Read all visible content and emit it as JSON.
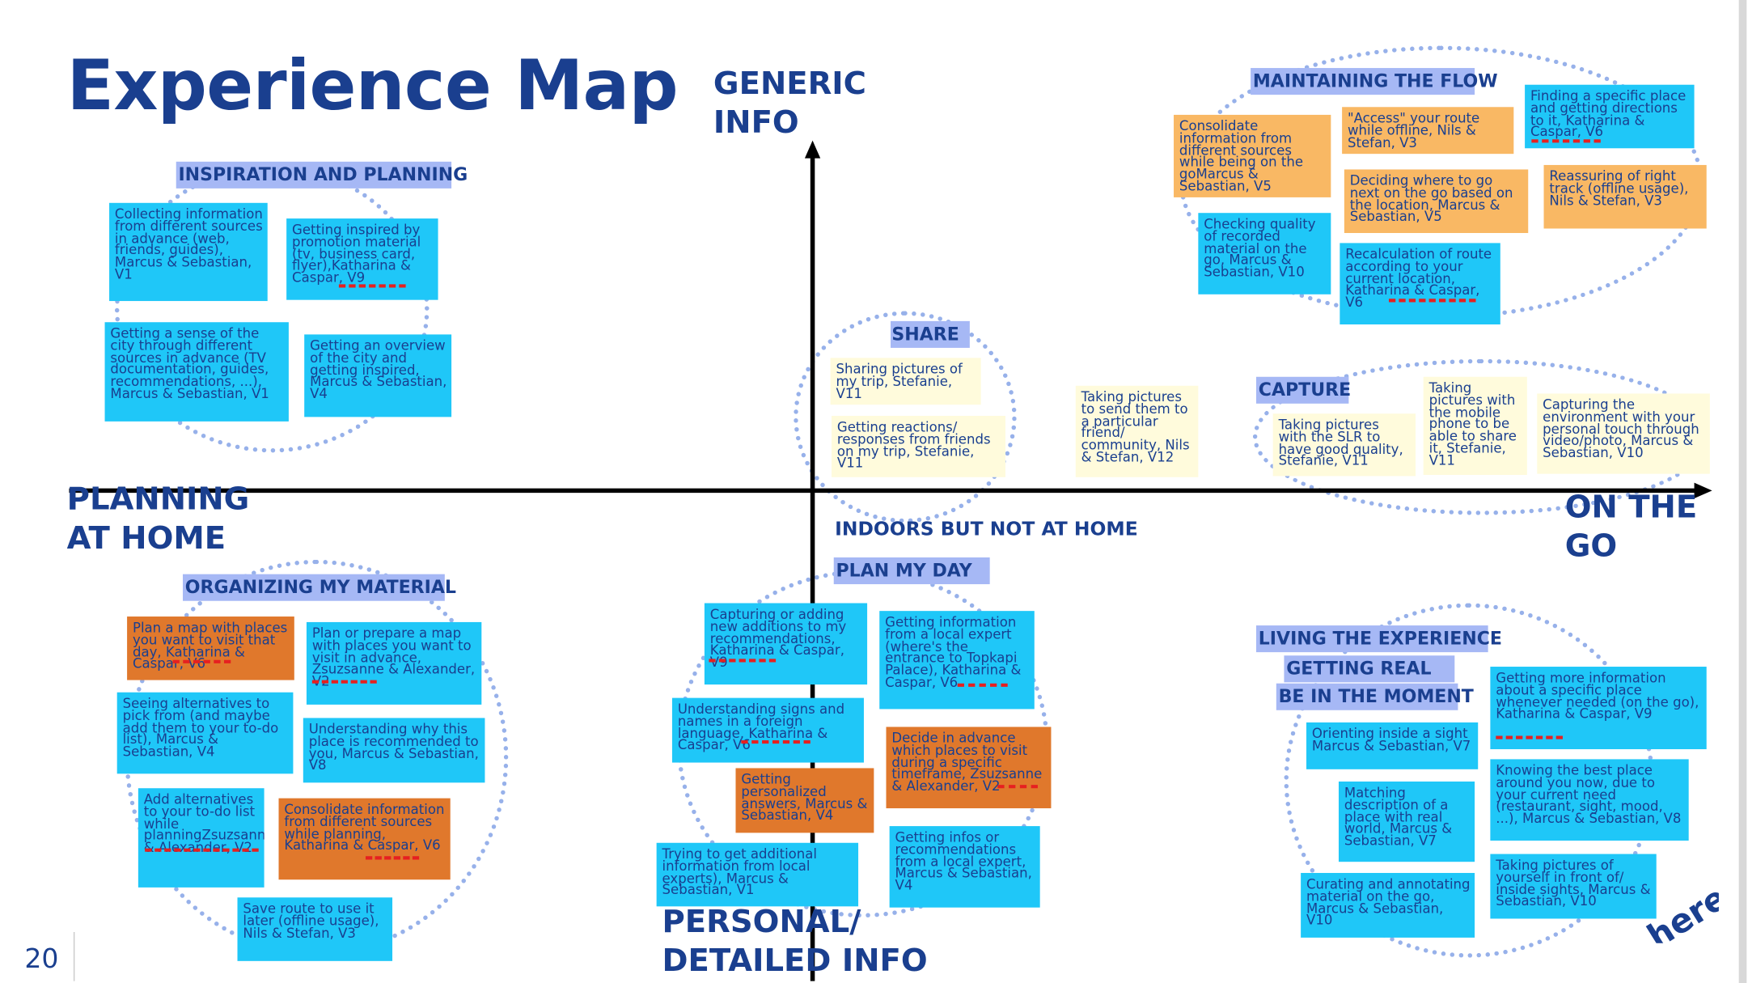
{
  "title": "Experience Map",
  "slide_number": "20",
  "logo_text": "here",
  "axes": {
    "top": "GENERIC INFO",
    "bottom": "PERSONAL/ DETAILED INFO",
    "left": "PLANNING AT HOME",
    "right": "ON THE GO",
    "center": "INDOORS BUT NOT AT HOME"
  },
  "colors": {
    "accent": "#1a3f8f",
    "card_blue": "#1fc7f8",
    "card_orange": "#f9b864",
    "card_rust": "#e0782c",
    "card_cream": "#fffbdc",
    "category_bg": "#a6b8f5",
    "cluster_border": "#97b1ea"
  },
  "categories": {
    "inspiration": "INSPIRATION AND PLANNING",
    "organizing": "ORGANIZING MY MATERIAL",
    "share": "SHARE",
    "plan_day": "PLAN MY DAY",
    "maintaining": "MAINTAINING THE FLOW",
    "capture": "CAPTURE",
    "living": "LIVING THE EXPERIENCE",
    "getting_real": "GETTING REAL",
    "moment": "BE IN THE MOMENT"
  },
  "cards": {
    "insp_collecting": "Collecting information from different sources in advance (web, friends, guides), Marcus & Sebastian, V1",
    "insp_promotion": "Getting inspired by promotion material (tv, business card, flyer),Katharina & Caspar, V9",
    "insp_sense": "Getting a sense of the city through different sources in advance (TV documentation, guides, recommendations, ...), Marcus & Sebastian, V1",
    "insp_overview": "Getting an overview of the city and getting inspired, Marcus & Sebastian, V4",
    "org_map": "Plan a map with places you want to visit that day, Katharina & Caspar, V6",
    "org_prepare": "Plan or prepare a map with places you want to visit in advance, Zsuzsanne & Alexander, V2",
    "org_alternatives": "Seeing alternatives to pick from (and maybe add them to your to-do list), Marcus & Sebastian, V4",
    "org_understanding": "Understanding why this place is recommended to you, Marcus & Sebastian, V8",
    "org_add": "Add alternatives to your to-do list while planningZsuzsanne & Alexander, V2",
    "org_consolidate": "Consolidate information from different sources while planning, Katharina & Caspar, V6",
    "org_save": "Save route to use it later (offline usage), Nils & Stefan, V3",
    "share_pictures": "Sharing pictures of my trip, Stefanie, V11",
    "share_reactions": "Getting reactions/ responses from friends on my trip, Stefanie, V11",
    "taking_send": "Taking pictures to send them to a particular friend/ community, Nils & Stefan, V12",
    "plan_capturing": "Capturing or adding new additions to my recommendations, Katharina & Caspar, V9",
    "plan_local_expert": "Getting information from a local expert (where's the entrance to Topkapi Palace), Katharina & Caspar, V6",
    "plan_signs": "Understanding signs and names in a foreign language, Katharina & Caspar, V6",
    "plan_decide": "Decide in advance which places to visit during a specific timeframe, Zsuzsanne & Alexander, V2",
    "plan_personalized": "Getting personalized answers, Marcus & Sebastian, V4",
    "plan_additional": "Trying to get additional information from local experts), Marcus & Sebastian, V1",
    "plan_infos": "Getting infos or recommendations from a local expert, Marcus & Sebastian, V4",
    "flow_consolidate": "Consolidate information from different sources while being on the goMarcus & Sebastian, V5",
    "flow_access": "\"Access\" your route while offline, Nils & Stefan, V3",
    "flow_finding": "Finding a specific place and getting directions to it, Katharina & Caspar, V6",
    "flow_deciding": "Deciding where to go next on the go based on the location, Marcus & Sebastian, V5",
    "flow_reassuring": "Reassuring of right track (offline usage), Nils & Stefan, V3",
    "flow_checking": "Checking quality of recorded material on the go, Marcus & Sebastian, V10",
    "flow_recalc": "Recalculation of route according to your current location, Katharina & Caspar, V6",
    "cap_slr": "Taking pictures with the SLR to have good quality, Stefanie, V11",
    "cap_mobile": "Taking pictures with the mobile phone to be able to share it, Stefanie, V11",
    "cap_environment": "Capturing the environment with your personal touch through video/photo, Marcus & Sebastian, V10",
    "live_more": "Getting more information about a specific place whenever needed (on the go), Katharina & Caspar, V9",
    "live_orienting": "Orienting inside a sight Marcus & Sebastian, V7",
    "live_matching": "Matching description of a place with real world, Marcus & Sebastian, V7",
    "live_knowing": "Knowing the best place around you now, due to your current need (restaurant, sight, mood, ...), Marcus & Sebastian, V8",
    "live_curating": "Curating and annotating material on the go, Marcus & Sebastian, V10",
    "live_yourself": "Taking pictures of yourself in front of/ inside sights, Marcus & Sebastian, V10"
  }
}
